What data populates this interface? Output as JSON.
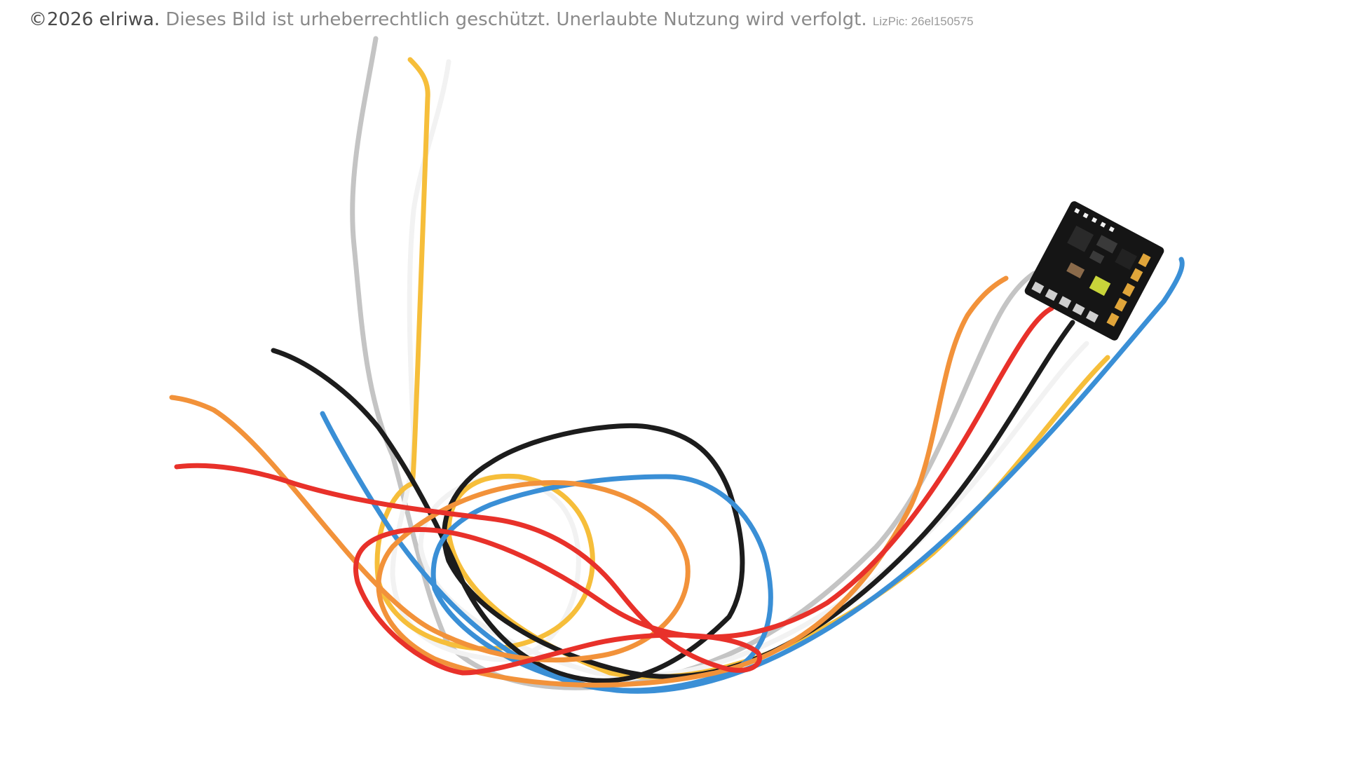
{
  "caption": {
    "copyright": "©2026 elriwa.",
    "notice": "Dieses Bild ist urheberrechtlich geschützt. Unerlaubte Nutzung wird verfolgt.",
    "license_id": "LizPic: 26el150575"
  },
  "colors": {
    "background": "#ffffff",
    "wire_orange": "#f2923a",
    "wire_grey": "#c4c4c4",
    "wire_red": "#e8312a",
    "wire_black": "#1c1c1c",
    "wire_white": "#f2f2f2",
    "wire_yellow": "#f6be3a",
    "wire_blue": "#3a8fd6",
    "pcb": "#151515",
    "pad_gold": "#e0a53a"
  }
}
